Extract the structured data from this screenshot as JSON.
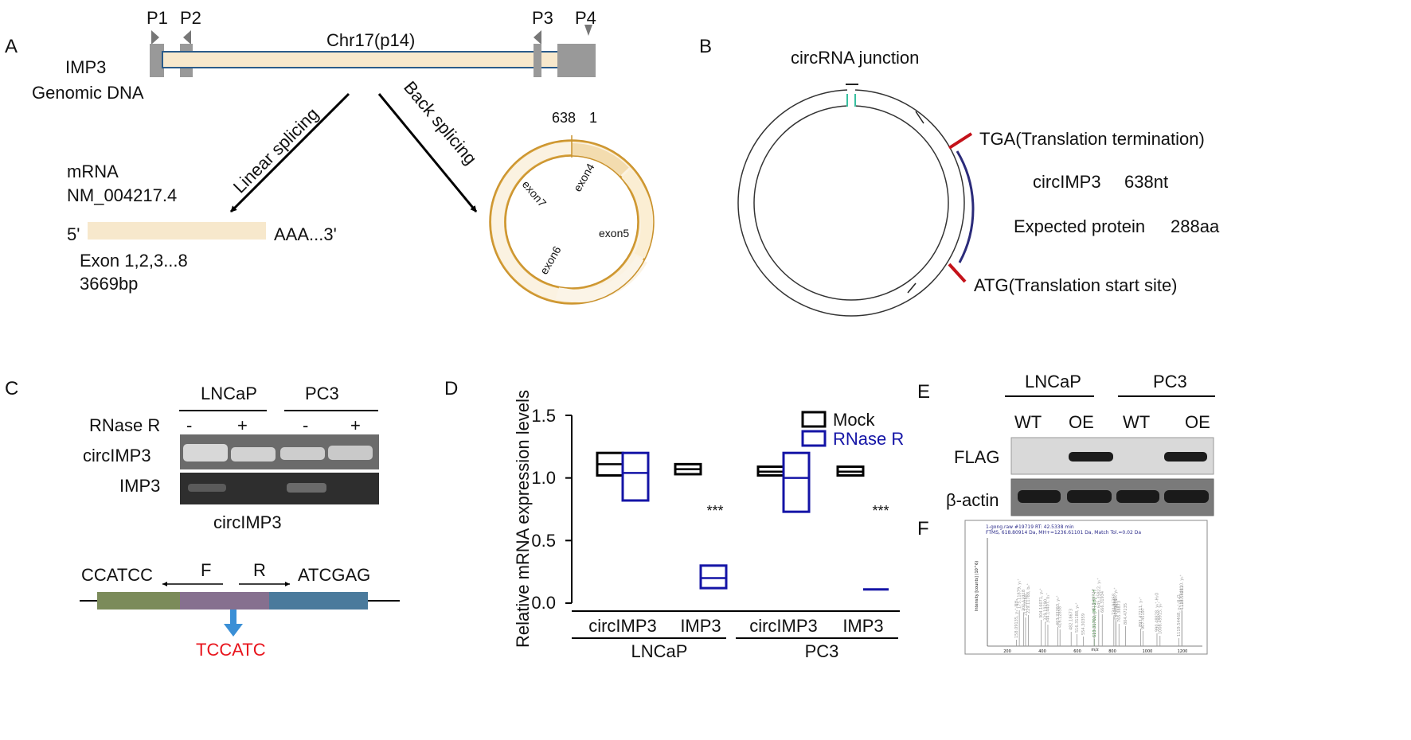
{
  "panels": {
    "a": {
      "letter": "A",
      "gene": "IMP3",
      "gene_sub": "Genomic DNA",
      "chr": "Chr17(p14)",
      "primers": [
        "P1",
        "P2",
        "P3",
        "P4"
      ],
      "linear": "Linear splicing",
      "back": "Back splicing",
      "mrna": "mRNA",
      "nm": "NM_004217.4",
      "five": "5'",
      "three": "AAA...3'",
      "exons": "Exon 1,2,3...8",
      "bp": "3669bp",
      "circ_left": "638",
      "circ_right": "1",
      "exon_labels": [
        "exon4",
        "exon5",
        "exon6",
        "exon7"
      ]
    },
    "b": {
      "letter": "B",
      "junction": "circRNA junction",
      "tga": "TGA(Translation termination)",
      "len_name": "circIMP3",
      "len_val": "638nt",
      "prot_name": "Expected protein",
      "prot_val": "288aa",
      "atg": "ATG(Translation start site)"
    },
    "c": {
      "letter": "C",
      "lncap": "LNCaP",
      "pc3": "PC3",
      "rnase": "RNase R",
      "signs": [
        "-",
        "+",
        "-",
        "+"
      ],
      "row1": "circIMP3",
      "row2": "IMP3",
      "caption": "circIMP3",
      "seq_left": "CCATCC",
      "seq_right": "ATCGAG",
      "f": "F",
      "r": "R",
      "junction_seq": "TCCATC"
    },
    "d": {
      "letter": "D",
      "sig": "***"
    },
    "e": {
      "letter": "E",
      "lncap": "LNCaP",
      "pc3": "PC3",
      "lanes": [
        "WT",
        "OE",
        "WT",
        "OE"
      ],
      "flag": "FLAG",
      "actin": "β-actin"
    },
    "f": {
      "letter": "F",
      "head1": "1-gong.raw  #19719  RT: 42.5338 min",
      "head2": "FTMS, 618.80914 Da, MH+=1236.61101 Da, Match Tol.=0.02 Da",
      "ylabel": "Intensity [counts] (10^6)",
      "xlabel": "m/z",
      "ticks": [
        "200",
        "400",
        "600",
        "800",
        "1000",
        "1200"
      ],
      "peaks": [
        "158.09135, y₁⁺-NH₃",
        "175.11879, y₁⁺",
        "201.12318",
        "229.11788, b₂⁺",
        "212.10268",
        "304.16071, y₂⁺",
        "329.19290",
        "344.14407, b₃⁺",
        "403.22203, y₃⁺",
        "416.12858",
        "482.18673",
        "516.31188, y₄⁺",
        "554.30359",
        "619.31702, [M+2H]²⁺-H",
        "645.35822, y₅⁺",
        "618.34747",
        "666.31934",
        "734.96358",
        "746.40405, y₆⁺",
        "747.40271",
        "765.38873",
        "804.47235",
        "893.47211, y₇⁺",
        "907.45197",
        "990.48828, y₈⁺-H₂O",
        "1008.49915, y₈⁺",
        "1119.54468, y₉⁺-H₂O",
        "1137.54810, y₉⁺",
        "1138.54211"
      ]
    }
  },
  "chart_data": {
    "type": "box",
    "title": "",
    "ylabel": "Relative mRNA expression levels",
    "ylim": [
      0,
      1.5
    ],
    "yticks": [
      "0.0",
      "0.5",
      "1.0",
      "1.5"
    ],
    "categories": [
      "circIMP3",
      "IMP3",
      "circIMP3",
      "IMP3"
    ],
    "groups": [
      "LNCaP",
      "PC3"
    ],
    "series": [
      {
        "name": "Mock",
        "color": "#000000",
        "boxes": [
          [
            1.02,
            1.11,
            1.2
          ],
          [
            1.03,
            1.07,
            1.11
          ],
          [
            1.02,
            1.05,
            1.09
          ],
          [
            1.02,
            1.05,
            1.09
          ]
        ]
      },
      {
        "name": "RNase R",
        "color": "#1414a6",
        "boxes": [
          [
            0.82,
            1.04,
            1.2
          ],
          [
            0.12,
            0.2,
            0.3
          ],
          [
            0.73,
            1.0,
            1.2
          ],
          [
            0.11,
            0.11,
            0.11
          ]
        ]
      }
    ],
    "annotations": [
      "***",
      "***"
    ],
    "grid": false,
    "legend": "top-right"
  }
}
